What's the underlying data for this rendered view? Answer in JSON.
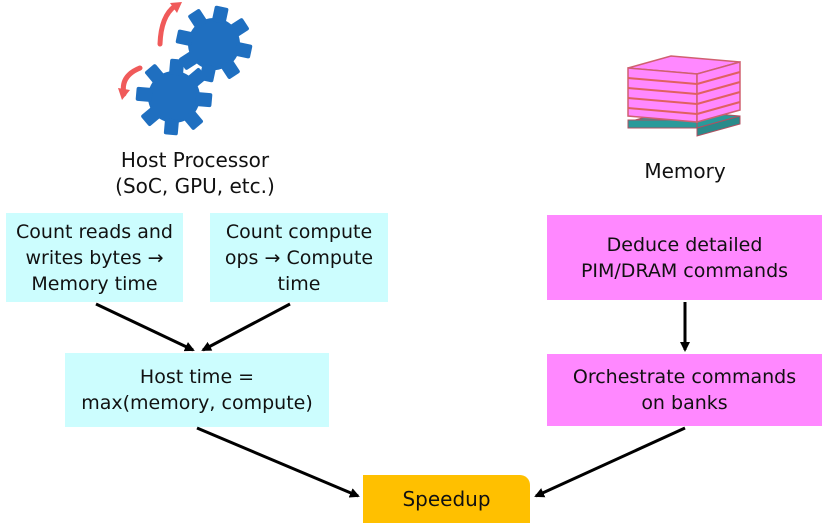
{
  "host": {
    "label_line1": "Host Processor",
    "label_line2": "(SoC, GPU, etc.)",
    "box_reads_line1": "Count reads and",
    "box_reads_line2": "writes bytes →",
    "box_reads_line3": "Memory time",
    "box_compute_line1": "Count compute",
    "box_compute_line2": "ops → Compute",
    "box_compute_line3": "time",
    "box_time_line1": "Host time =",
    "box_time_line2": "max(memory, compute)"
  },
  "memory": {
    "label": "Memory",
    "box_deduce_line1": "Deduce detailed",
    "box_deduce_line2": "PIM/DRAM commands",
    "box_orchestrate_line1": "Orchestrate commands",
    "box_orchestrate_line2": "on banks"
  },
  "result": {
    "label": "Speedup"
  },
  "icons": [
    "gears-icon",
    "memory-stack-icon"
  ],
  "colors": {
    "host_box": "#ccfdfe",
    "memory_box": "#ff88ff",
    "speedup_box": "#ffc000",
    "gear": "#1f6fc0",
    "rotation_arrow": "#f05a5a"
  }
}
